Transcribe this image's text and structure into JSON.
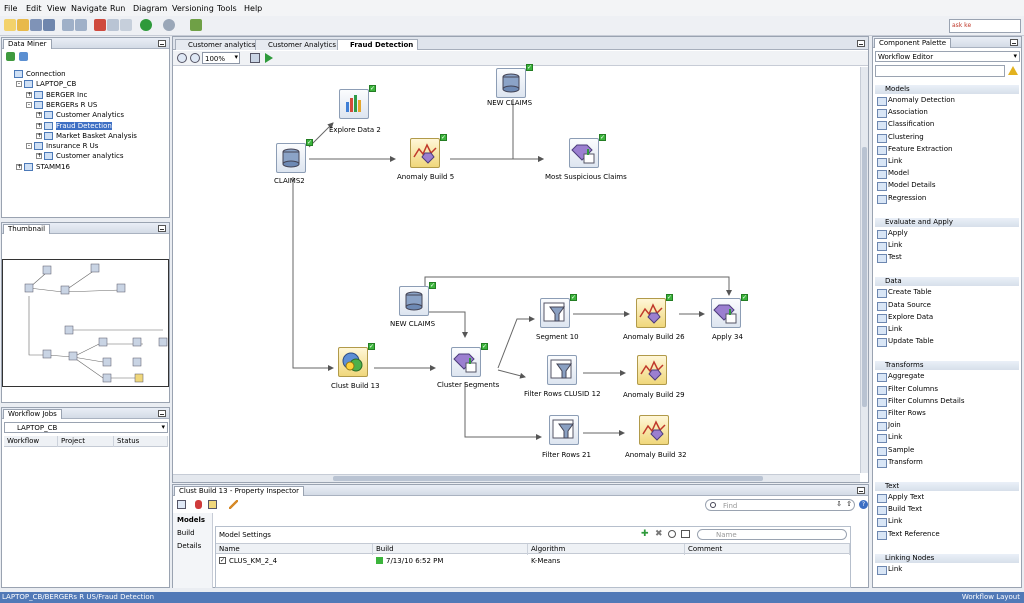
{
  "menu": [
    "File",
    "Edit",
    "View",
    "Navigate",
    "Run",
    "Diagram",
    "Versioning",
    "Tools",
    "Help"
  ],
  "toolbar": {
    "zoom": "100%",
    "ask_box": "ask ke"
  },
  "data_miner": {
    "tab": "Data Miner",
    "tree": [
      {
        "label": "Connection",
        "level": 0,
        "expander": ""
      },
      {
        "label": "LAPTOP_CB",
        "level": 1,
        "expander": "-"
      },
      {
        "label": "BERGER Inc",
        "level": 2,
        "expander": "+"
      },
      {
        "label": "BERGERs R US",
        "level": 2,
        "expander": "-"
      },
      {
        "label": "Customer Analytics",
        "level": 3,
        "expander": "+"
      },
      {
        "label": "Fraud Detection",
        "level": 3,
        "expander": "+",
        "selected": true
      },
      {
        "label": "Market Basket Analysis",
        "level": 3,
        "expander": "+"
      },
      {
        "label": "Insurance R Us",
        "level": 2,
        "expander": "-"
      },
      {
        "label": "Customer analytics",
        "level": 3,
        "expander": "+"
      },
      {
        "label": "STAMM16",
        "level": 1,
        "expander": "+"
      }
    ]
  },
  "thumbnail": {
    "tab": "Thumbnail"
  },
  "workflow_jobs": {
    "tab": "Workflow Jobs",
    "connection": "LAPTOP_CB",
    "columns": [
      "Workflow",
      "Project",
      "Status"
    ]
  },
  "editor": {
    "tabs": [
      "Customer analytics",
      "Customer Analytics",
      "Fraud Detection"
    ],
    "zoom": "100%",
    "nodes": [
      {
        "label": "CLAIMS2",
        "icon": "database-icon",
        "style": "plain"
      },
      {
        "label": "Explore Data 2",
        "icon": "bar-chart-icon",
        "style": "plain"
      },
      {
        "label": "NEW CLAIMS",
        "icon": "database-icon",
        "style": "plain"
      },
      {
        "label": "Anomaly Build 5",
        "icon": "anomaly-icon",
        "style": "amber"
      },
      {
        "label": "Most Suspicious Claims",
        "icon": "apply-icon",
        "style": "plain"
      },
      {
        "label": "NEW CLAIMS",
        "icon": "database-icon",
        "style": "plain"
      },
      {
        "label": "Segment 10",
        "icon": "filter-icon",
        "style": "plain"
      },
      {
        "label": "Anomaly Build 26",
        "icon": "anomaly-icon",
        "style": "amber"
      },
      {
        "label": "Apply 34",
        "icon": "apply-icon",
        "style": "plain"
      },
      {
        "label": "Clust Build 13",
        "icon": "cluster-icon",
        "style": "amber"
      },
      {
        "label": "Cluster Segments",
        "icon": "apply-icon",
        "style": "plain"
      },
      {
        "label": "Filter Rows CLUSID 12",
        "icon": "filter-icon",
        "style": "plain"
      },
      {
        "label": "Anomaly Build 29",
        "icon": "anomaly-icon",
        "style": "amber"
      },
      {
        "label": "Filter Rows 21",
        "icon": "filter-icon",
        "style": "plain"
      },
      {
        "label": "Anomaly Build 32",
        "icon": "anomaly-icon",
        "style": "amber"
      }
    ]
  },
  "property_inspector": {
    "tab": "Clust Build 13 - Property Inspector",
    "find_placeholder": "Find",
    "side_tabs": [
      "Models",
      "Build",
      "Details"
    ],
    "section": "Model Settings",
    "name_filter_placeholder": "Name",
    "columns": [
      "Name",
      "Build",
      "Algorithm",
      "Comment"
    ],
    "rows": [
      {
        "name": "CLUS_KM_2_4",
        "build": "7/13/10 6:52 PM",
        "algorithm": "K-Means",
        "comment": ""
      }
    ]
  },
  "palette": {
    "tab": "Component Palette",
    "selector": "Workflow Editor",
    "sections": [
      {
        "title": "Models",
        "items": [
          "Anomaly Detection",
          "Association",
          "Classification",
          "Clustering",
          "Feature Extraction",
          "Link",
          "Model",
          "Model Details",
          "Regression"
        ]
      },
      {
        "title": "Evaluate and Apply",
        "items": [
          "Apply",
          "Link",
          "Test"
        ]
      },
      {
        "title": "Data",
        "items": [
          "Create Table",
          "Data Source",
          "Explore Data",
          "Link",
          "Update Table"
        ]
      },
      {
        "title": "Transforms",
        "items": [
          "Aggregate",
          "Filter Columns",
          "Filter Columns Details",
          "Filter Rows",
          "Join",
          "Link",
          "Sample",
          "Transform"
        ]
      },
      {
        "title": "Text",
        "items": [
          "Apply Text",
          "Build Text",
          "Link",
          "Text Reference"
        ]
      },
      {
        "title": "Linking Nodes",
        "items": [
          "Link"
        ]
      }
    ]
  },
  "status": {
    "path": "LAPTOP_CB/BERGERs R US/Fraud Detection",
    "right": "Workflow Layout"
  }
}
